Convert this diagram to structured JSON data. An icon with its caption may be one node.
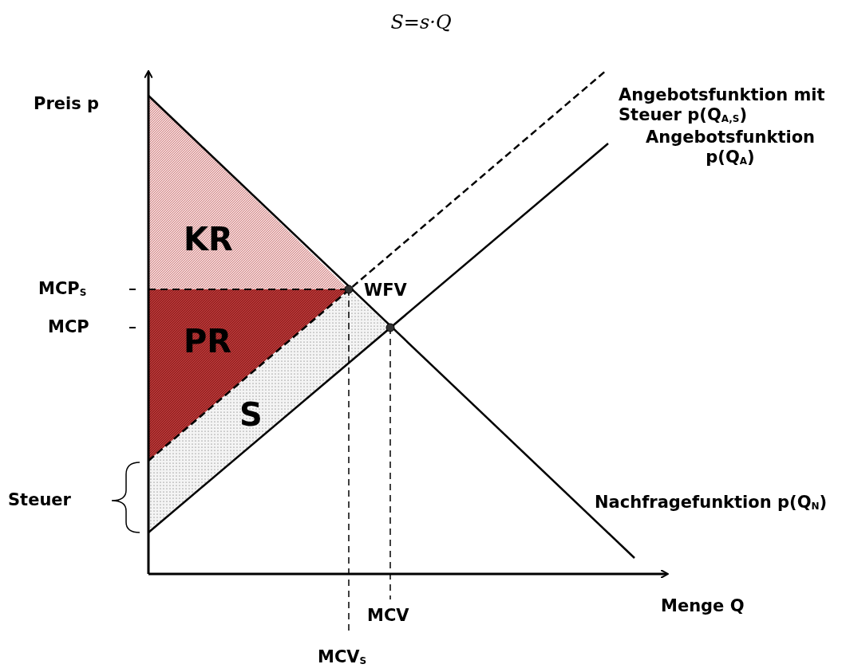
{
  "diagram": {
    "title": "S=s·Q",
    "labels": [
      "Angebotsfunktion mit Steuer p(Q$_{A,S}$)",
      "Preis p",
      "Angebotsfunktion p(Q$_{A}$)",
      "KR",
      "MCP$_{S}$",
      "WFV",
      "MCP",
      "PR",
      "S",
      "Steuer",
      "Nachfragefunktion p(Q$_{N}$)",
      "MCV",
      "Menge Q",
      "MCV$_{S}$"
    ]
  }
}
